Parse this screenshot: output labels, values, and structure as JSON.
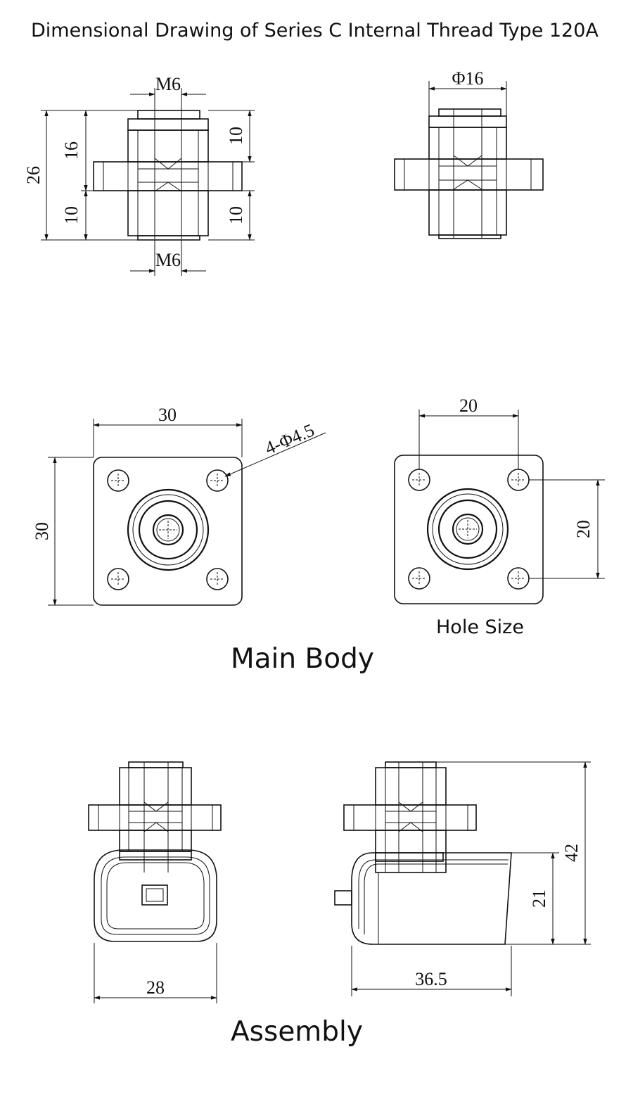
{
  "title": "Dimensional Drawing of Series C Internal Thread Type 120A",
  "captions": {
    "main_body": "Main Body",
    "hole_size": "Hole Size",
    "assembly": "Assembly"
  },
  "dimensions": {
    "top_thread": "M6",
    "bottom_thread": "M6",
    "overall_height": "26",
    "upper_height": "16",
    "lower_left": "10",
    "upper_right": "10",
    "lower_right": "10",
    "diameter": "Φ16",
    "flange_width": "30",
    "flange_height": "30",
    "mount_holes": "4-Φ4.5",
    "hole_spacing_x": "20",
    "hole_spacing_y": "20",
    "assembly_width": "28",
    "assembly_length": "36.5",
    "assembly_height": "42",
    "assembly_lower": "21"
  }
}
